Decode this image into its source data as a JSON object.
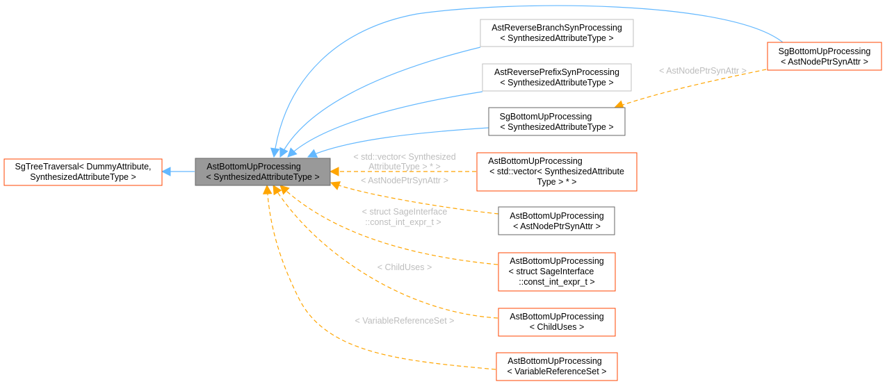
{
  "colors": {
    "inheritance_edge": "#63b8ff",
    "template_edge": "#ffa500",
    "node_border_gray": "#bfbfbf",
    "node_border_dark": "#666666",
    "node_border_red": "#ff4500",
    "node_fill_highlight": "#999999",
    "edge_label": "#bdbdbd"
  },
  "nodes": {
    "sg_tree_traversal": {
      "line1": "SgTreeTraversal< DummyAttribute,",
      "line2": "SynthesizedAttributeType >"
    },
    "ast_bottom_up": {
      "line1": "AstBottomUpProcessing",
      "line2": "< SynthesizedAttributeType >"
    },
    "ast_reverse_branch": {
      "line1": "AstReverseBranchSynProcessing",
      "line2": "< SynthesizedAttributeType >"
    },
    "ast_reverse_prefix": {
      "line1": "AstReversePrefixSynProcessing",
      "line2": "< SynthesizedAttributeType >"
    },
    "sg_bottom_up_synth": {
      "line1": "SgBottomUpProcessing",
      "line2": "< SynthesizedAttributeType >"
    },
    "sg_bottom_up_astnode": {
      "line1": "SgBottomUpProcessing",
      "line2": "< AstNodePtrSynAttr >"
    },
    "ast_bottom_up_vector": {
      "line1": "AstBottomUpProcessing",
      "line2": "< std::vector< SynthesizedAttribute",
      "line3": "Type > * >"
    },
    "ast_bottom_up_astnode": {
      "line1": "AstBottomUpProcessing",
      "line2": "< AstNodePtrSynAttr >"
    },
    "ast_bottom_up_constint": {
      "line1": "AstBottomUpProcessing",
      "line2": "< struct SageInterface",
      "line3": "::const_int_expr_t >"
    },
    "ast_bottom_up_childuses": {
      "line1": "AstBottomUpProcessing",
      "line2": "< ChildUses >"
    },
    "ast_bottom_up_varref": {
      "line1": "AstBottomUpProcessing",
      "line2": "< VariableReferenceSet >"
    }
  },
  "edge_labels": {
    "astnode_top": "< AstNodePtrSynAttr >",
    "vector_line1": "< std::vector< Synthesized",
    "vector_line2": "AttributeType > * >",
    "astnode_mid": "< AstNodePtrSynAttr >",
    "constint_line1": "< struct SageInterface",
    "constint_line2": "::const_int_expr_t >",
    "childuses": "< ChildUses >",
    "varref": "< VariableReferenceSet >"
  }
}
